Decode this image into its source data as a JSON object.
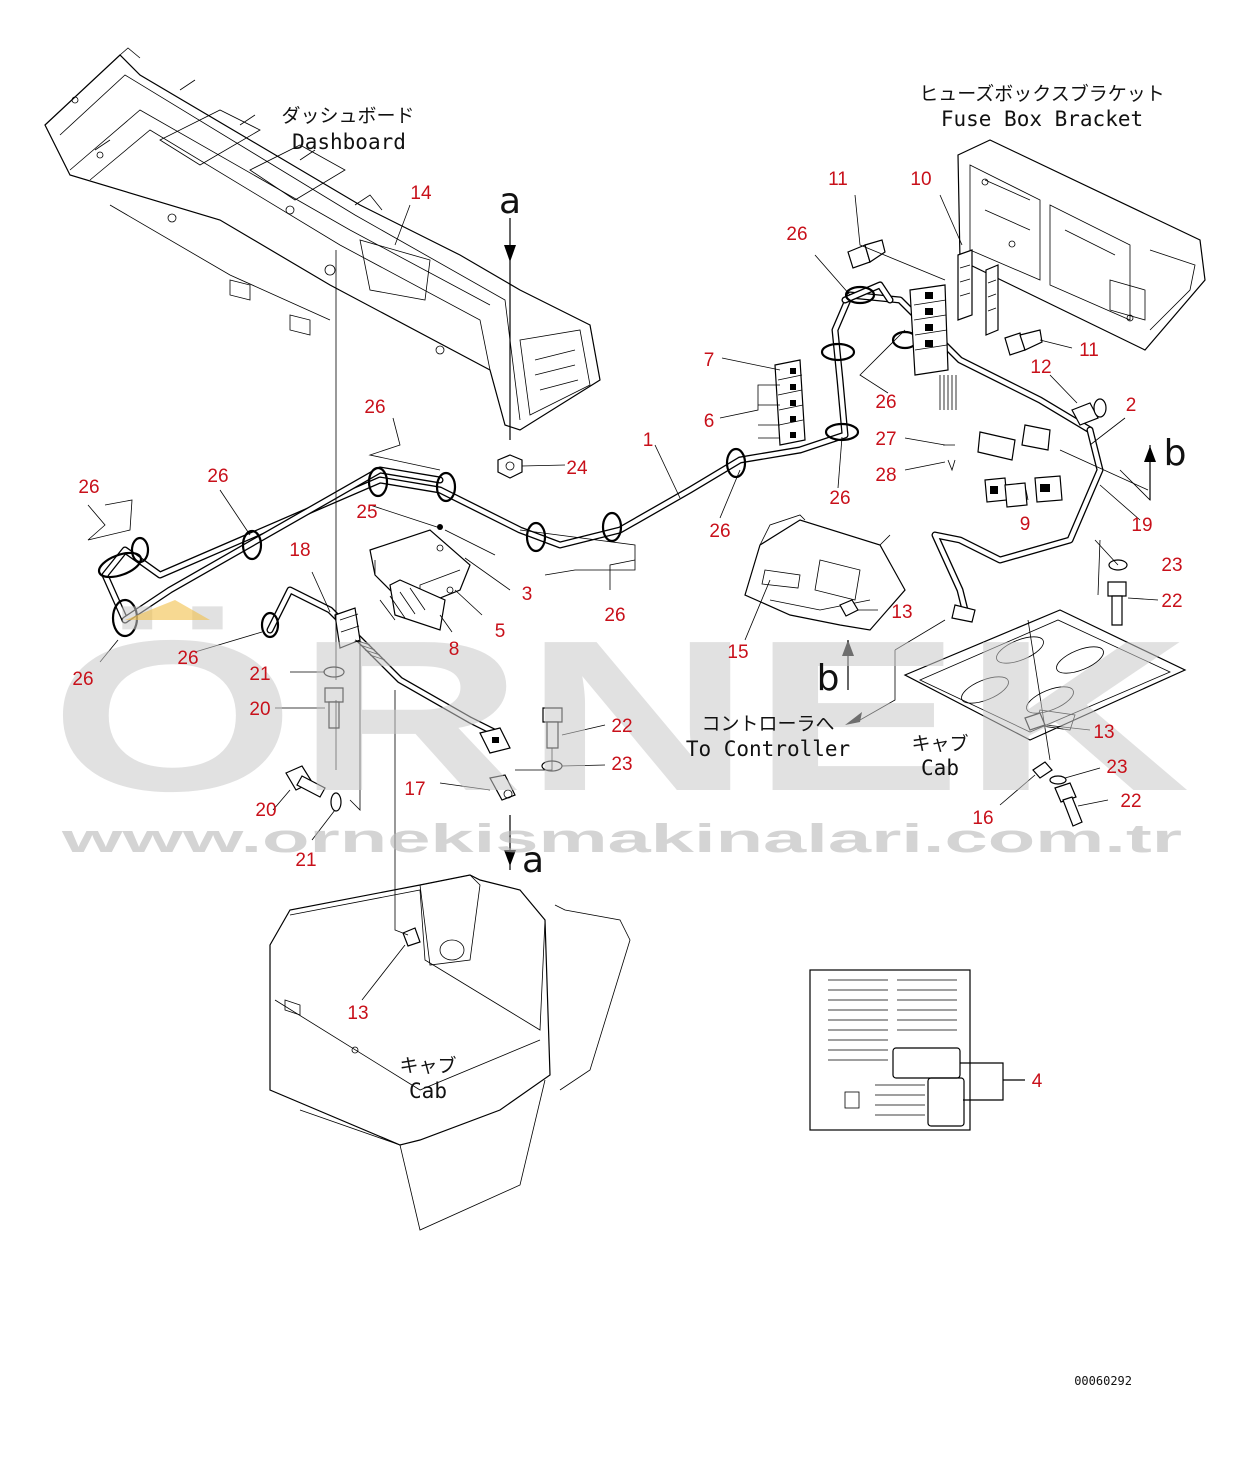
{
  "captions": {
    "dashboard_ja": "ダッシュボード",
    "dashboard_en": "Dashboard",
    "fuse_bracket_ja": "ヒューズボックスブラケット",
    "fuse_bracket_en": "Fuse Box Bracket",
    "controller_ja": "コントローラへ",
    "controller_en": "To Controller",
    "cab_right_ja": "キャブ",
    "cab_right_en": "Cab",
    "cab_bottom_ja": "キャブ",
    "cab_bottom_en": "Cab"
  },
  "view_markers": {
    "a_top": "a",
    "a_bottom": "a",
    "b_right": "b",
    "b_center": "b"
  },
  "callouts": [
    {
      "key": "c14",
      "label": "14"
    },
    {
      "key": "c11a",
      "label": "11"
    },
    {
      "key": "c10",
      "label": "10"
    },
    {
      "key": "c26a",
      "label": "26"
    },
    {
      "key": "c11b",
      "label": "11"
    },
    {
      "key": "c12",
      "label": "12"
    },
    {
      "key": "c7",
      "label": "7"
    },
    {
      "key": "c6",
      "label": "6"
    },
    {
      "key": "c26b",
      "label": "26"
    },
    {
      "key": "c2",
      "label": "2"
    },
    {
      "key": "c26c",
      "label": "26"
    },
    {
      "key": "c24",
      "label": "24"
    },
    {
      "key": "c1",
      "label": "1"
    },
    {
      "key": "c27",
      "label": "27"
    },
    {
      "key": "c28",
      "label": "28"
    },
    {
      "key": "c26d",
      "label": "26"
    },
    {
      "key": "c26e",
      "label": "26"
    },
    {
      "key": "c26f",
      "label": "26"
    },
    {
      "key": "c25",
      "label": "25"
    },
    {
      "key": "c26g",
      "label": "26"
    },
    {
      "key": "c9",
      "label": "9"
    },
    {
      "key": "c19",
      "label": "19"
    },
    {
      "key": "c18",
      "label": "18"
    },
    {
      "key": "c3",
      "label": "3"
    },
    {
      "key": "c23a",
      "label": "23"
    },
    {
      "key": "c22a",
      "label": "22"
    },
    {
      "key": "c26h",
      "label": "26"
    },
    {
      "key": "c5",
      "label": "5"
    },
    {
      "key": "c13a",
      "label": "13"
    },
    {
      "key": "c26i",
      "label": "26"
    },
    {
      "key": "c8",
      "label": "8"
    },
    {
      "key": "c15",
      "label": "15"
    },
    {
      "key": "c26j",
      "label": "26"
    },
    {
      "key": "c21a",
      "label": "21"
    },
    {
      "key": "c20a",
      "label": "20"
    },
    {
      "key": "c22b",
      "label": "22"
    },
    {
      "key": "c13b",
      "label": "13"
    },
    {
      "key": "c23b",
      "label": "23"
    },
    {
      "key": "c23c",
      "label": "23"
    },
    {
      "key": "c17",
      "label": "17"
    },
    {
      "key": "c22c",
      "label": "22"
    },
    {
      "key": "c16",
      "label": "16"
    },
    {
      "key": "c20b",
      "label": "20"
    },
    {
      "key": "c21b",
      "label": "21"
    },
    {
      "key": "c13c",
      "label": "13"
    },
    {
      "key": "c4",
      "label": "4"
    }
  ],
  "watermark": {
    "brand": "ÖRNEK",
    "url": "www.ornekismakinalari.com.tr"
  },
  "drawing_code": "00060292",
  "colors": {
    "callout": "#c8101a",
    "line": "#000000",
    "watermark": "#c9c9c9"
  }
}
